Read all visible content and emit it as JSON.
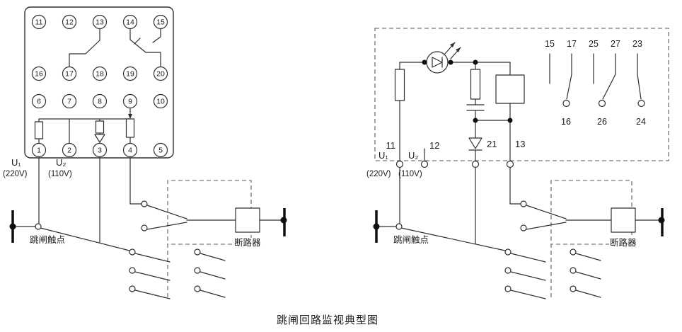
{
  "caption": "跳闸回路监视典型图",
  "left": {
    "rows": [
      [
        "11",
        "12",
        "13",
        "14",
        "15"
      ],
      [
        "16",
        "17",
        "18",
        "19",
        "20"
      ],
      [
        "6",
        "7",
        "8",
        "9",
        "10"
      ],
      [
        "1",
        "2",
        "3",
        "4",
        "5"
      ]
    ],
    "u1": "U₁",
    "u1_voltage": "(220V)",
    "u2": "U₂",
    "u2_voltage": "(110V)",
    "trip_contact": "跳闸触点",
    "breaker": "断路器"
  },
  "right": {
    "top_terminals": [
      "15",
      "17",
      "25",
      "27",
      "23"
    ],
    "contact_terminals": [
      "16",
      "26",
      "24"
    ],
    "t11": "11",
    "t12": "12",
    "t13": "13",
    "diode": "21",
    "u1": "U₁",
    "u1_voltage": "(220V)",
    "u2": "U₂",
    "u2_voltage": "(110V)",
    "trip_contact": "跳闸触点",
    "breaker": "断路器"
  }
}
